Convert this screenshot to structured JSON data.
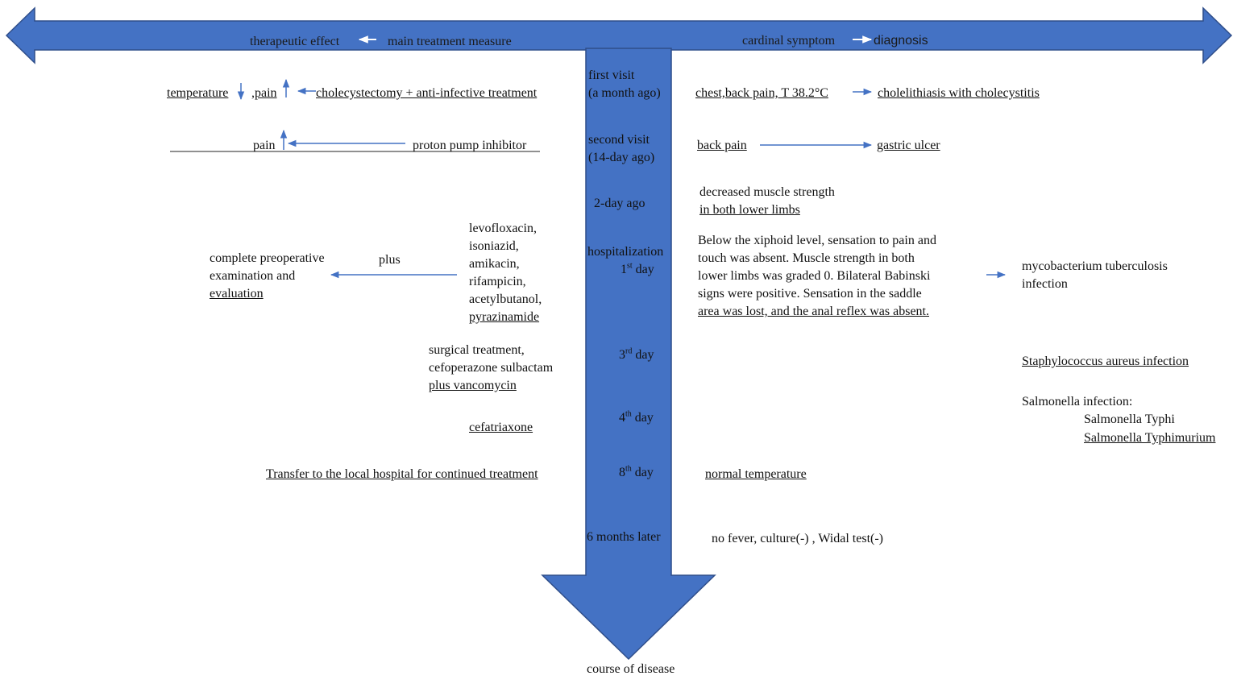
{
  "colors": {
    "accent": "#4472C4",
    "border": "#2F4E8A",
    "text": "#111111"
  },
  "header": {
    "therapeutic_effect": "therapeutic effect",
    "main_treatment_measure": "main treatment measure",
    "cardinal_symptom": "cardinal symptom",
    "diagnosis": "diagnosis"
  },
  "timeline": {
    "first_visit": "first visit",
    "first_visit_when": "(a month ago)",
    "second_visit": "second visit",
    "second_visit_when": "(14-day ago)",
    "two_day_ago": "2-day ago",
    "hospitalization": "hospitalization",
    "day1_num": "1",
    "day1_sup": "st",
    "day_word": "day",
    "day3_num": "3",
    "day3_sup": "rd",
    "day4_num": "4",
    "day4_sup": "th",
    "day8_num": "8",
    "day8_sup": "th",
    "six_months": "6 months later",
    "footer": "course of disease"
  },
  "left": {
    "r1_temperature": "temperature",
    "r1_pain": ",pain",
    "r1_measure": "cholecystectomy + anti-infective treatment",
    "r2_pain": "pain",
    "r2_measure": "proton pump inhibitor",
    "r4_drugs": [
      "levofloxacin,",
      "isoniazid,",
      "amikacin,",
      "rifampicin,",
      "acetylbutanol,",
      "pyrazinamide"
    ],
    "r4_plus": "plus",
    "r4_effect_1": "complete preoperative",
    "r4_effect_2": "examination and",
    "r4_effect_3": "evaluation",
    "r5_1": "surgical treatment,",
    "r5_2": "cefoperazone sulbactam",
    "r5_3": "plus vancomycin",
    "r6": "cefatriaxone",
    "r7": "Transfer to the local hospital for continued treatment"
  },
  "right": {
    "r1_symptom": "chest,back pain, T 38.2°C",
    "r1_diagnosis": "cholelithiasis with cholecystitis",
    "r2_symptom": "back pain",
    "r2_diagnosis": "gastric ulcer",
    "r3_1": "decreased muscle strength",
    "r3_2": "in both lower limbs",
    "r4_lines": [
      "Below the xiphoid level, sensation to pain and",
      "touch was absent. Muscle strength in both",
      "lower limbs was graded 0. Bilateral Babinski",
      "signs were positive. Sensation in the saddle",
      "area was lost, and the anal reflex was absent."
    ],
    "r4_diag_1": "mycobacterium tuberculosis",
    "r4_diag_2": "infection",
    "r5_diag": "Staphylococcus aureus infection",
    "r6_diag_1": "Salmonella infection:",
    "r6_diag_2": "Salmonella Typhi",
    "r6_diag_3": "Salmonella Typhimurium",
    "r7": "normal temperature",
    "r8": "no fever, culture(-) , Widal test(-)"
  }
}
